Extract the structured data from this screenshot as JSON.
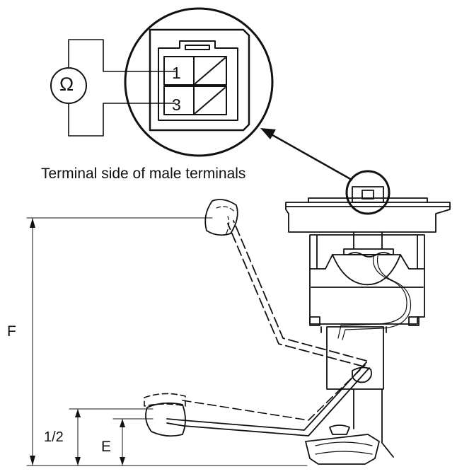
{
  "figure": {
    "caption": "Terminal side of male terminals",
    "terminals": [
      "1",
      "3"
    ],
    "meter_symbol": "Ω",
    "dimension_labels": {
      "full": "F",
      "half": "1/2",
      "empty": "E"
    }
  },
  "colors": {
    "line": "#111111",
    "background": "#ffffff"
  }
}
